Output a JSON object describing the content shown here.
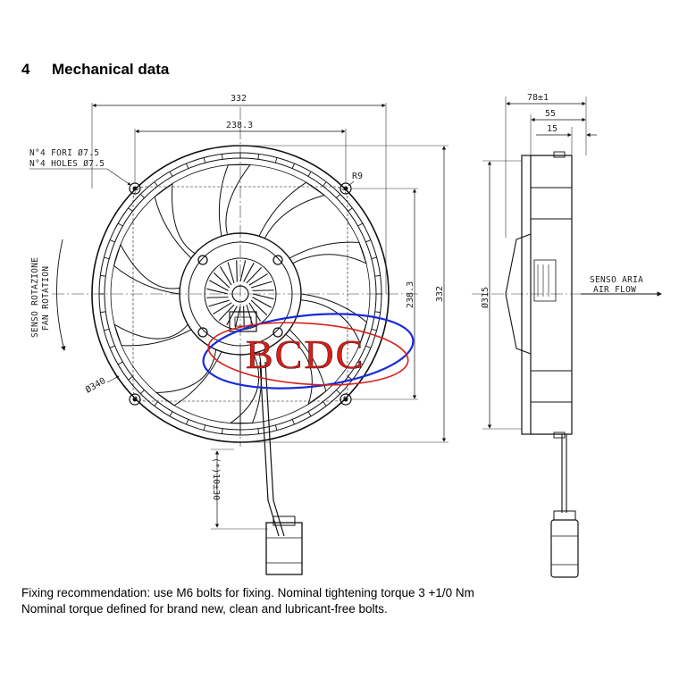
{
  "section": {
    "number": "4",
    "title": "Mechanical data"
  },
  "front_view": {
    "dim_overall_width": "332",
    "dim_hole_spacing": "238.3",
    "holes_label_it": "N°4 FORI Ø7.5",
    "holes_label_en": "N°4 HOLES Ø7.5",
    "corner_dim": "R9",
    "dim_hole_spacing_vertical": "238.3",
    "dim_overall_height": "332",
    "dim_outer_diameter": "Ø340",
    "rotation_label_it": "SENSO ROTAZIONE",
    "rotation_label_en": "FAN ROTATION",
    "cable_length": "(*)10±30"
  },
  "side_view": {
    "dim_depth": "78±1",
    "dim_motor_depth": "55",
    "dim_flange": "15",
    "dim_diameter": "Ø315",
    "airflow_label_it": "SENSO ARIA",
    "airflow_label_en": "AIR FLOW"
  },
  "watermark": {
    "text": "BCDC"
  },
  "notes": [
    "Fixing recommendation: use M6 bolts for fixing. Nominal tightening torque 3 +1/0 Nm",
    "Nominal torque defined for brand new, clean and lubricant-free bolts."
  ]
}
